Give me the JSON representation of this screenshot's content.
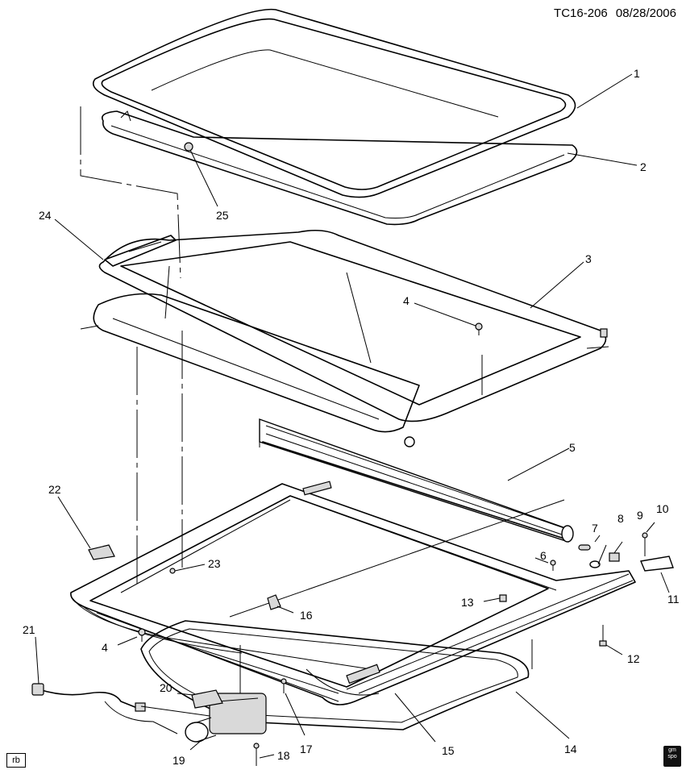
{
  "header": {
    "code": "TC16-206",
    "date": "08/28/2006"
  },
  "footer": {
    "initials": "rb",
    "logo_line1": "gm",
    "logo_line2": "spo"
  },
  "callouts": [
    {
      "label": "1"
    },
    {
      "label": "2"
    },
    {
      "label": "25"
    },
    {
      "label": "24"
    },
    {
      "label": "3"
    },
    {
      "label": "4"
    },
    {
      "label": "5"
    },
    {
      "label": "22"
    },
    {
      "label": "7"
    },
    {
      "label": "8"
    },
    {
      "label": "9"
    },
    {
      "label": "10"
    },
    {
      "label": "6"
    },
    {
      "label": "23"
    },
    {
      "label": "11"
    },
    {
      "label": "13"
    },
    {
      "label": "16"
    },
    {
      "label": "21"
    },
    {
      "label": "4"
    },
    {
      "label": "12"
    },
    {
      "label": "20"
    },
    {
      "label": "17"
    },
    {
      "label": "15"
    },
    {
      "label": "14"
    },
    {
      "label": "19"
    },
    {
      "label": "18"
    }
  ]
}
